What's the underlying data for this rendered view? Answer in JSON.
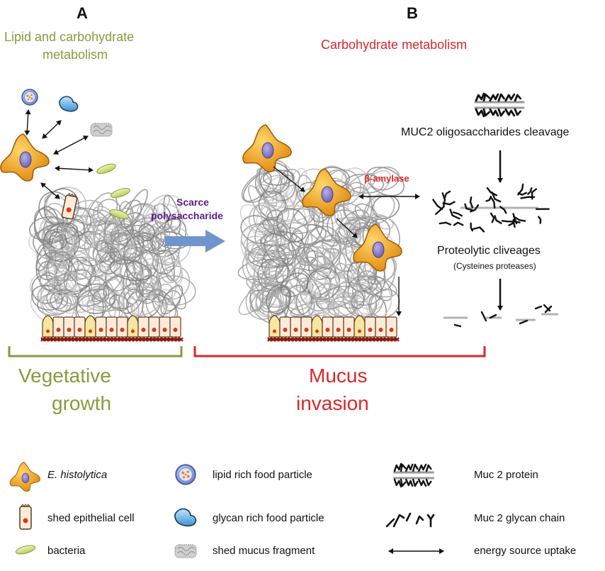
{
  "panels": {
    "a": {
      "letter": "A",
      "title_line1": "Lipid and carbohydrate",
      "title_line2": "metabolism",
      "outcome_line1": "Vegetative",
      "outcome_line2": "growth"
    },
    "b": {
      "letter": "B",
      "title": "Carbohydrate metabolism",
      "outcome_line1": "Mucus",
      "outcome_line2": "invasion"
    }
  },
  "transition": {
    "line1": "Scarce",
    "line2": "polysaccharide"
  },
  "enzyme": "β-amylase",
  "steps": {
    "cleavage": "MUC2 oligosaccharides cleavage",
    "proteolysis": "Proteolytic cliveages",
    "proteases": "(Cysteines proteases)"
  },
  "legend": {
    "ehistolytica": "E. histolytica",
    "shed_epithelial": "shed epithelial cell",
    "bacteria": "bacteria",
    "lipid_particle": "lipid rich food particle",
    "glycan_particle": "glycan rich food particle",
    "mucus_fragment": "shed mucus fragment",
    "muc2_protein": "Muc 2 protein",
    "muc2_glycan": "Muc 2 glycan chain",
    "energy_uptake": "energy source uptake"
  },
  "colors": {
    "olive": "#8a9a3c",
    "red": "#d8282a",
    "purple": "#5e1c86",
    "amoeba": "#f0a020",
    "arrow_blue": "#6f95cc",
    "tissue": "#8b1a0e"
  }
}
